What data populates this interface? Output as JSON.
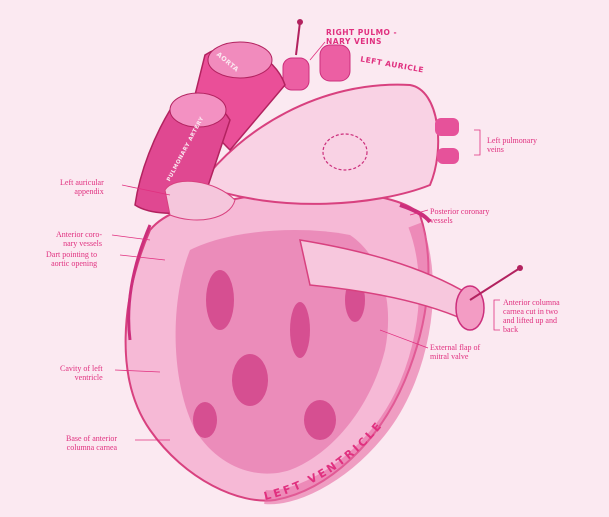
{
  "labels": {
    "right_pulmonary_veins": "RIGHT PULMO -\nNARY VEINS",
    "left_auricle": "LEFT AURICLE",
    "aorta": "AORTA",
    "pulmonary_artery": "PULMONARY ARTERY",
    "left_pulmonary_veins": "Left pulmonary\nveins",
    "left_auricular_appendix": "Left auricular\nappendix",
    "posterior_coronary_vessels": "Posterior coronary\nvessels",
    "anterior_coronary_vessels": "Anterior coro-\nnary vessels",
    "dart_aortic_opening": "Dart pointing to\naortic opening",
    "anterior_columna_carnea": "Anterior columna\ncarnea cut in two\nand lifted up and\nback",
    "external_flap_mitral": "External flap of\nmitral valve",
    "cavity_left_ventricle": "Cavity of left\nventricle",
    "base_anterior_columna": "Base of anterior\ncolumna carnea",
    "left_ventricle": "LEFT VENTRICLE"
  },
  "colors": {
    "background": "#fbe9f1",
    "ink": "#e0307f",
    "tissue": "#f3a6cc",
    "deep": "#cc2f7c"
  }
}
